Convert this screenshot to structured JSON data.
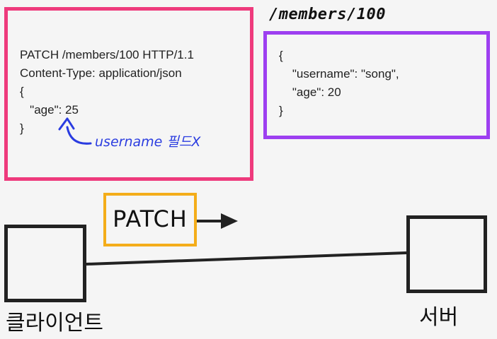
{
  "request": {
    "code": "PATCH /members/100 HTTP/1.1\nContent-Type: application/json\n{\n   \"age\": 25\n}",
    "note": "username 필드X"
  },
  "resource": {
    "path": "/members/100",
    "code": "{\n    \"username\": \"song\",\n    \"age\": 20\n}"
  },
  "method": {
    "label": "PATCH"
  },
  "client": {
    "label": "클라이언트"
  },
  "server": {
    "label": "서버"
  },
  "colors": {
    "request_border": "#ee3a7c",
    "resource_border": "#9d3ff0",
    "method_border": "#f4ad1a",
    "note_ink": "#2a3ce0",
    "line": "#222222"
  }
}
